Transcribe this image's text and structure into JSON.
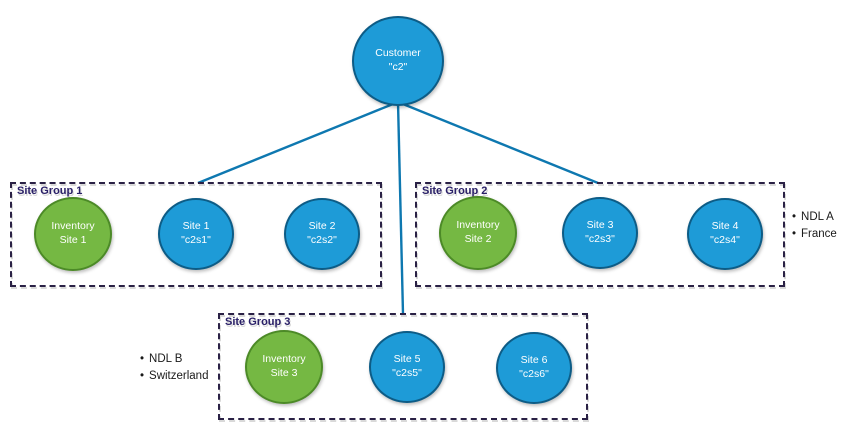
{
  "diagram": {
    "customer": {
      "line1": "Customer",
      "line2": "\"c2\""
    },
    "groups": [
      {
        "title": "Site Group 1",
        "nodes": [
          {
            "kind": "inventory",
            "line1": "Inventory",
            "line2": "Site 1"
          },
          {
            "kind": "site",
            "line1": "Site 1",
            "line2": "\"c2s1\""
          },
          {
            "kind": "site",
            "line1": "Site 2",
            "line2": "\"c2s2\""
          }
        ]
      },
      {
        "title": "Site Group 2",
        "nodes": [
          {
            "kind": "inventory",
            "line1": "Inventory",
            "line2": "Site 2"
          },
          {
            "kind": "site",
            "line1": "Site 3",
            "line2": "\"c2s3\""
          },
          {
            "kind": "site",
            "line1": "Site 4",
            "line2": "\"c2s4\""
          }
        ]
      },
      {
        "title": "Site Group 3",
        "nodes": [
          {
            "kind": "inventory",
            "line1": "Inventory",
            "line2": "Site 3"
          },
          {
            "kind": "site",
            "line1": "Site 5",
            "line2": "\"c2s5\""
          },
          {
            "kind": "site",
            "line1": "Site 6",
            "line2": "\"c2s6\""
          }
        ]
      }
    ],
    "annotations": {
      "right": [
        "NDL A",
        "France"
      ],
      "left": [
        "NDL B",
        "Switzerland"
      ]
    },
    "icons": {
      "bullet": "•"
    },
    "colors": {
      "site_fill": "#1e9bd7",
      "site_border": "#0d5c86",
      "inventory_fill": "#75b843",
      "inventory_border": "#4c8a27",
      "connector": "#0e78b0",
      "box_border": "#2a2145",
      "title_color": "#2a2068",
      "annotation_color": "#1a1a1a"
    }
  }
}
